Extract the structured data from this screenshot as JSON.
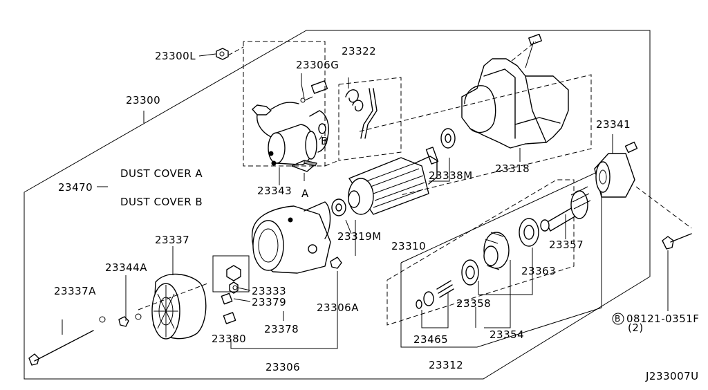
{
  "labels": {
    "p23300L": "23300L",
    "p23306G": "23306G",
    "p23322": "23322",
    "p23300": "23300",
    "p23343": "23343",
    "markA": "A",
    "markB": "B",
    "p23338M": "23338M",
    "p23318": "23318",
    "p23341": "23341",
    "p23470": "23470",
    "dustA": "DUST COVER  A",
    "dustB": "DUST COVER  B",
    "p23337": "23337",
    "p23319M": "23319M",
    "p23310": "23310",
    "p23357": "23357",
    "p23344A": "23344A",
    "p23337A": "23337A",
    "p23333": "23333",
    "p23379": "23379",
    "p23306A": "23306A",
    "p23363": "23363",
    "p23378": "23378",
    "p23358": "23358",
    "p08121": "08121-0351F",
    "p08121qty": "(2)",
    "p23380": "23380",
    "p23465": "23465",
    "p23354": "23354",
    "p23306": "23306",
    "p23312": "23312",
    "figcode": "J233007U",
    "circleB": "B"
  }
}
